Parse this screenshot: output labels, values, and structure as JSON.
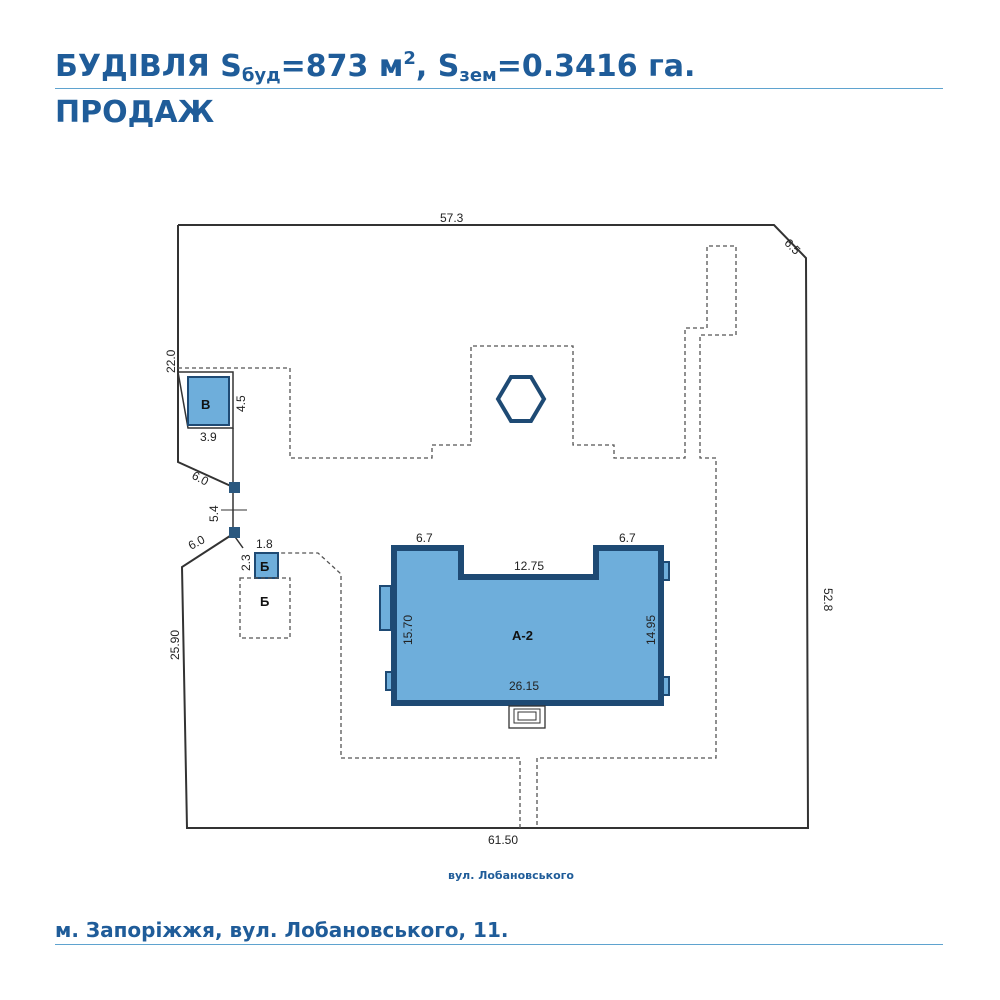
{
  "header": {
    "title_prefix": "БУДІВЛЯ S",
    "sub_bud": "буд",
    "eq_bud": "=873 м",
    "sup_2": "2",
    "comma_s": ", S",
    "sub_zem": "зем",
    "eq_zem": "=0.3416 га.",
    "subtitle": "ПРОДАЖ"
  },
  "colors": {
    "accent": "#1f5c99",
    "building_fill": "#6eaedb",
    "building_stroke": "#1e4a74",
    "rule": "#5fa3cf"
  },
  "plan": {
    "dims": {
      "top": "57.3",
      "corner": "6.5",
      "right": "52.8",
      "bottom": "61.50",
      "left_upper": "22.0",
      "left_lower": "25.90",
      "diag_upper": "6.0",
      "diag_lower": "6.0",
      "gap": "5.4",
      "v_height": "4.5",
      "v_width": "3.9",
      "b_width": "1.8",
      "b_height": "2.3",
      "a2_left_wing": "6.7",
      "a2_right_wing": "6.7",
      "a2_notch": "12.75",
      "a2_left": "15.70",
      "a2_right": "14.95",
      "a2_bottom": "26.15"
    },
    "labels": {
      "building_v": "В",
      "building_b": "Б",
      "building_b_dashed": "Б",
      "building_a2": "А-2"
    }
  },
  "street_label": "вул. Лобановського",
  "address": "м. Запоріжжя, вул. Лобановського, 11."
}
